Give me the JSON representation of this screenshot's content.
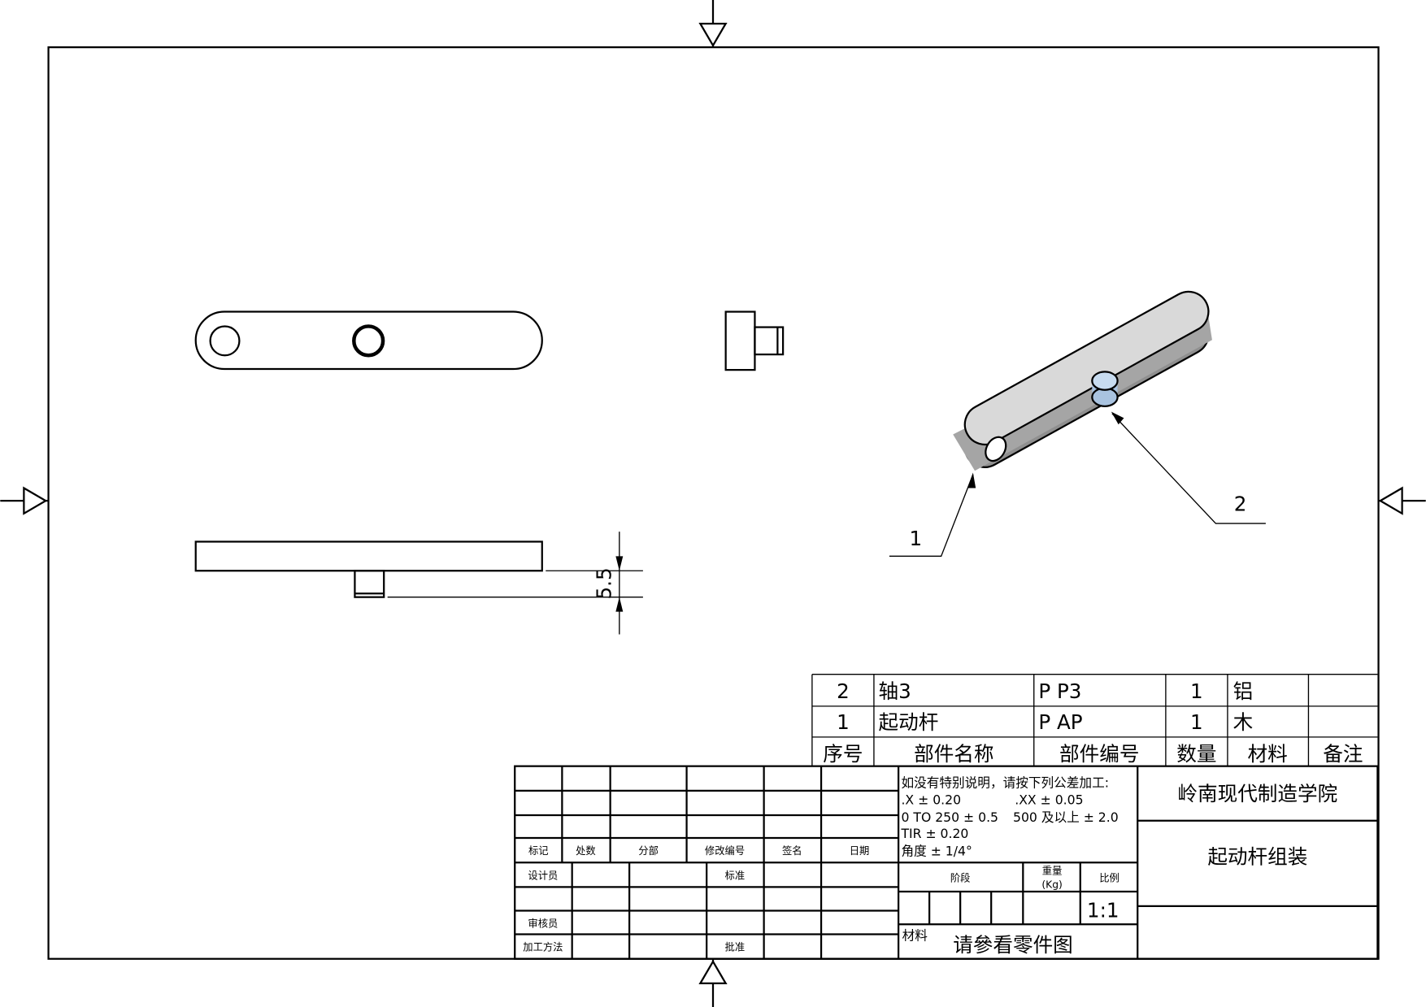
{
  "balloons": [
    "1",
    "2"
  ],
  "dimension": "5.5",
  "bom": {
    "rows": [
      {
        "no": "2",
        "name": "轴3",
        "code": "P P3",
        "qty": "1",
        "material": "铝",
        "note": ""
      },
      {
        "no": "1",
        "name": "起动杆",
        "code": "P AP",
        "qty": "1",
        "material": "木",
        "note": ""
      }
    ],
    "headers": [
      "序号",
      "部件名称",
      "部件编号",
      "数量",
      "材料",
      "备注"
    ]
  },
  "revision_headers": [
    "标记",
    "处数",
    "分部",
    "修改编号",
    "签名",
    "日期"
  ],
  "roles": {
    "designer": "设计员",
    "standard": "标准",
    "reviewer": "审核员",
    "method": "加工方法",
    "approve": "批准"
  },
  "tolerance": {
    "line1": "如没有特别说明，请按下列公差加工:",
    "line2a": ".X ± 0.20",
    "line2b": ".XX ± 0.05",
    "line3a": "0 TO 250 ± 0.5",
    "line3b": "500 及以上 ± 2.0",
    "line4": "TIR ± 0.20",
    "line5": "角度 ± 1/4°"
  },
  "stage_label": "阶段",
  "weight_label": "重量",
  "weight_unit": "(Kg)",
  "scale_label": "比例",
  "scale": "1:1",
  "material_label": "材料",
  "material_value": "请參看零件图",
  "school": "岭南现代制造学院",
  "drawing_title": "起动杆组装",
  "colors": {
    "part_top": "#d9d9d9",
    "part_side": "#9a9a9a",
    "pin": "#a9c3e0"
  }
}
